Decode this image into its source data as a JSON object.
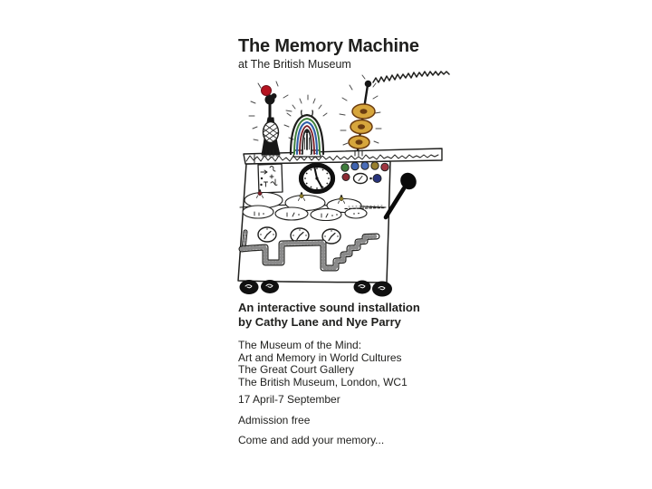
{
  "poster": {
    "title": "The Memory Machine",
    "subtitle": "at The British Museum",
    "credit_line1": "An interactive sound installation",
    "credit_line2": "by Cathy Lane and Nye Parry",
    "exhibition_line1": "The Museum of the Mind:",
    "exhibition_line2": "Art and Memory in World Cultures",
    "exhibition_line3": "The Great Court Gallery",
    "exhibition_line4": "The British Museum, London, WC1",
    "dates": "17 April-7 September",
    "admission": "Admission free",
    "tagline": "Come and add your memory..."
  },
  "palette": {
    "ink": "#1f1f1d",
    "red_light": "#b5121f",
    "dome_green": "#41803c",
    "dome_blue": "#2f5fa8",
    "dome_red": "#7c1f26",
    "antenna_gold": "#d7a63c",
    "antenna_brown": "#6b3c10",
    "button_green": "#3e7d3c",
    "button_blue": "#3f63ae",
    "button_blue2": "#4a6db8",
    "button_olive": "#99802e",
    "button_red": "#a03540",
    "button_darkred": "#8c2a33",
    "button_navy": "#27337c",
    "knob_red": "#7c2128",
    "knob_olive": "#8a7a2a"
  }
}
